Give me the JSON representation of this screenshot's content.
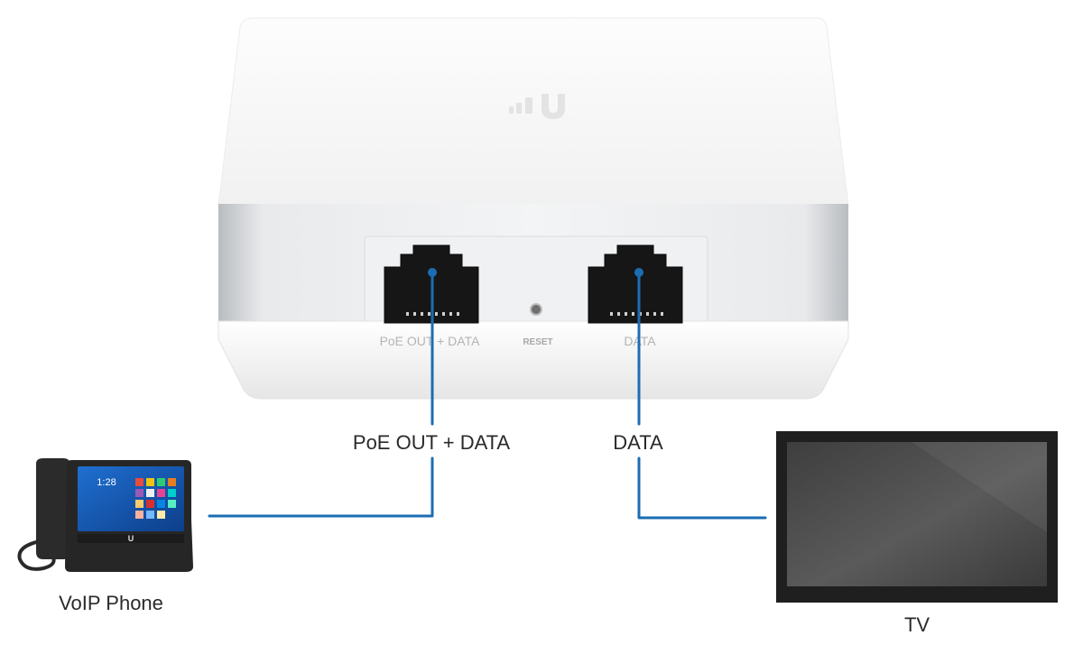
{
  "labels": {
    "port1_silkscreen": "PoE OUT + DATA",
    "reset_silkscreen": "RESET",
    "port2_silkscreen": "DATA",
    "port1_callout": "PoE OUT + DATA",
    "port2_callout": "DATA",
    "phone": "VoIP Phone",
    "tv": "TV"
  },
  "phone_screen": {
    "clock": "1:28"
  },
  "icons": {
    "logo": "ubiquiti-u-logo-icon",
    "device": "wall-mount-switch-icon",
    "phone": "voip-phone-icon",
    "tv": "tv-icon"
  },
  "colors": {
    "wire": "#1b6db3",
    "device_body": "#f7f7f7",
    "tv_bezel": "#1f1f1f",
    "phone_body": "#262626"
  }
}
